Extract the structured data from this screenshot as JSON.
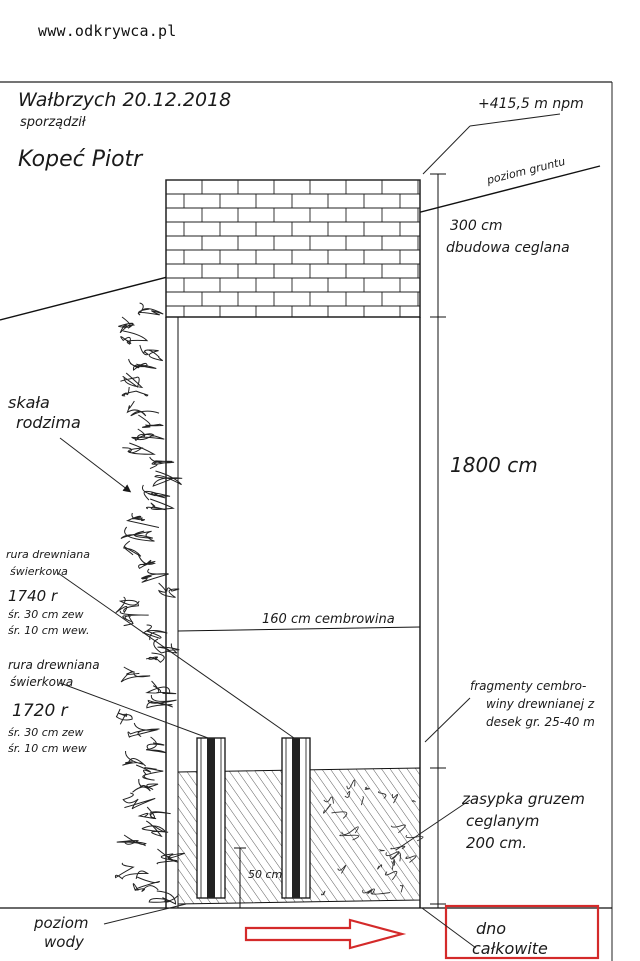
{
  "watermark": "www.odkrywca.pl",
  "header": {
    "place_date": "Wałbrzych 20.12.2018",
    "drawn_by_label": "sporządził",
    "signature": "Kopeć Piotr"
  },
  "labels": {
    "elevation": "+415,5 m npm",
    "ground_level": "poziom gruntu",
    "brick_top_height": "300 cm",
    "brick_top_desc": "dbudowa ceglana",
    "depth_total": "1800 cm",
    "rock": [
      "skała",
      "rodzima"
    ],
    "pipe1": [
      "rura drewniana",
      "świerkowa",
      "1740 r",
      "śr. 30 cm zew",
      "śr. 10 cm wew."
    ],
    "pipe2": [
      "rura drewniana",
      "świerkowa",
      "1720 r",
      "śr. 30 cm zew",
      "śr. 10 cm wew"
    ],
    "crib": "160 cm cembrowina",
    "fragments": [
      "fragmenty cembro-",
      "winy drewnianej z",
      "desek gr. 25-40 m"
    ],
    "backfill": [
      "zasypka gruzem",
      "ceglanym",
      "200 cm."
    ],
    "pipe_bottom": "50 cm",
    "water_level": [
      "poziom",
      "wody"
    ],
    "bottom": [
      "dno",
      "całkowite"
    ]
  },
  "colors": {
    "ink": "#1a1a1a",
    "arrow": "#d42a2a",
    "box": "#d42a2a"
  }
}
